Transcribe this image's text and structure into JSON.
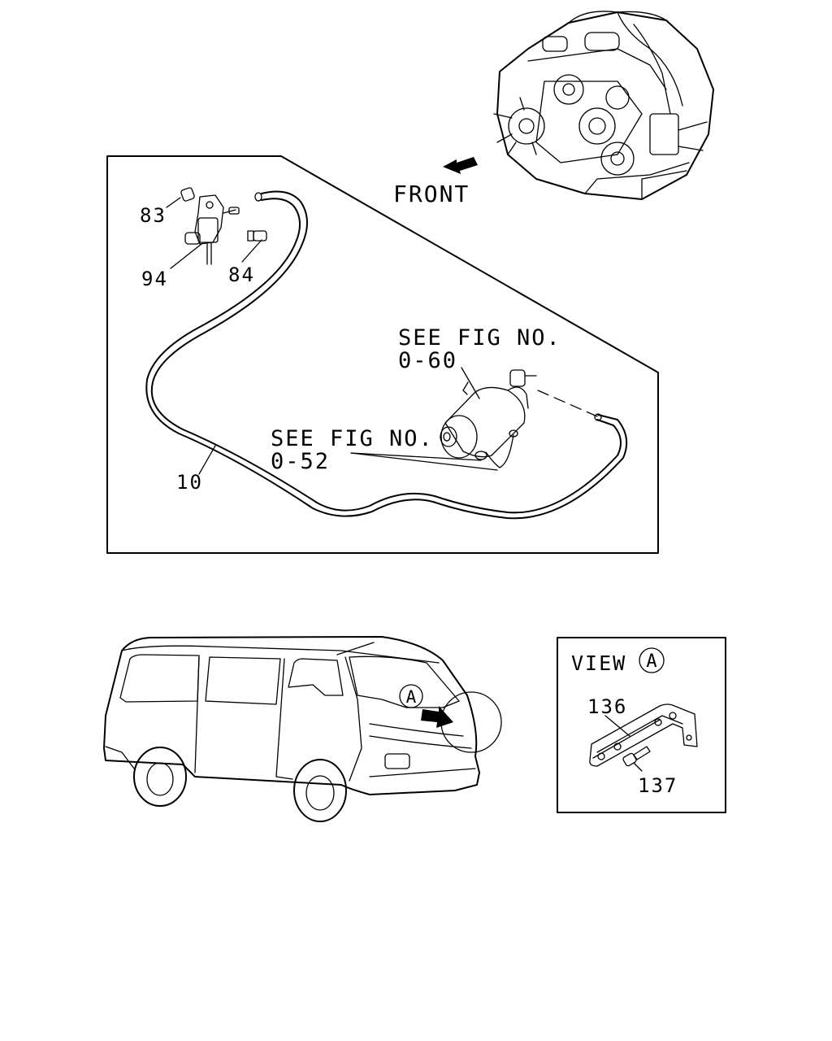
{
  "engine": {
    "front_label": "FRONT"
  },
  "main_panel": {
    "parts": [
      {
        "num": "83"
      },
      {
        "num": "94"
      },
      {
        "num": "84"
      },
      {
        "num": "10"
      }
    ],
    "see_fig_1": {
      "line1": "SEE FIG NO.",
      "line2": "0-60"
    },
    "see_fig_2": {
      "line1": "SEE FIG NO.",
      "line2": "0-52"
    }
  },
  "van": {
    "marker": "A"
  },
  "view_panel": {
    "title": "VIEW",
    "marker": "A",
    "parts": [
      {
        "num": "136"
      },
      {
        "num": "137"
      }
    ]
  }
}
